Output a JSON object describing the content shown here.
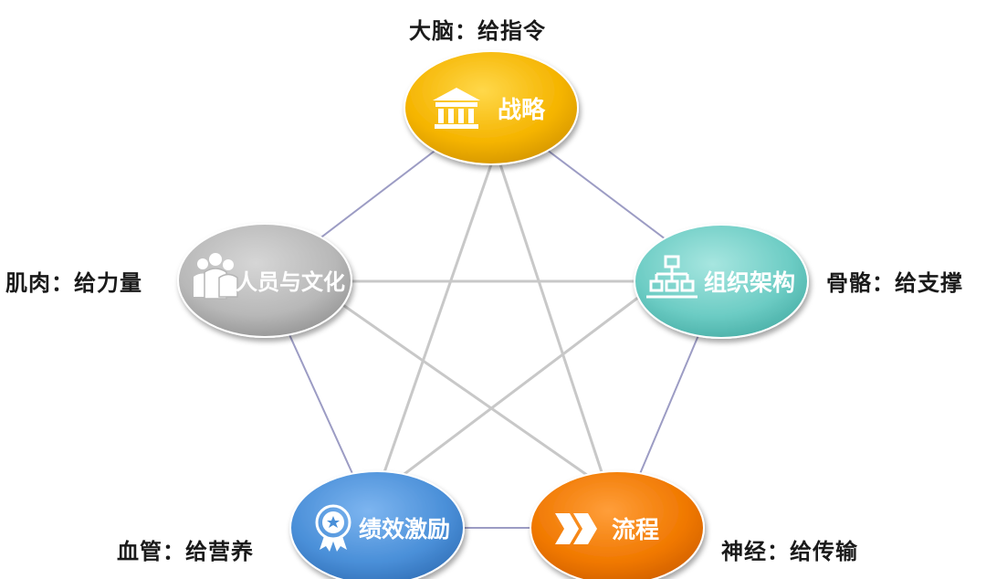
{
  "nodes": {
    "strategy": {
      "label": "战略",
      "caption": "大脑：给指令",
      "color": "#F7B500",
      "icon": "building-icon"
    },
    "organization": {
      "label": "组织架构",
      "caption": "骨骼：给支撑",
      "color": "#6ECFC8",
      "icon": "org-chart-icon"
    },
    "process": {
      "label": "流程",
      "caption": "神经：给传输",
      "color": "#F07800",
      "icon": "chevrons-icon"
    },
    "performance": {
      "label": "绩效激励",
      "caption": "血管：给营养",
      "color": "#4A90D9",
      "icon": "award-ribbon-icon"
    },
    "people": {
      "label": "人员与文化",
      "caption": "肌肉：给力量",
      "color": "#B5B5B5",
      "icon": "people-icon"
    }
  }
}
